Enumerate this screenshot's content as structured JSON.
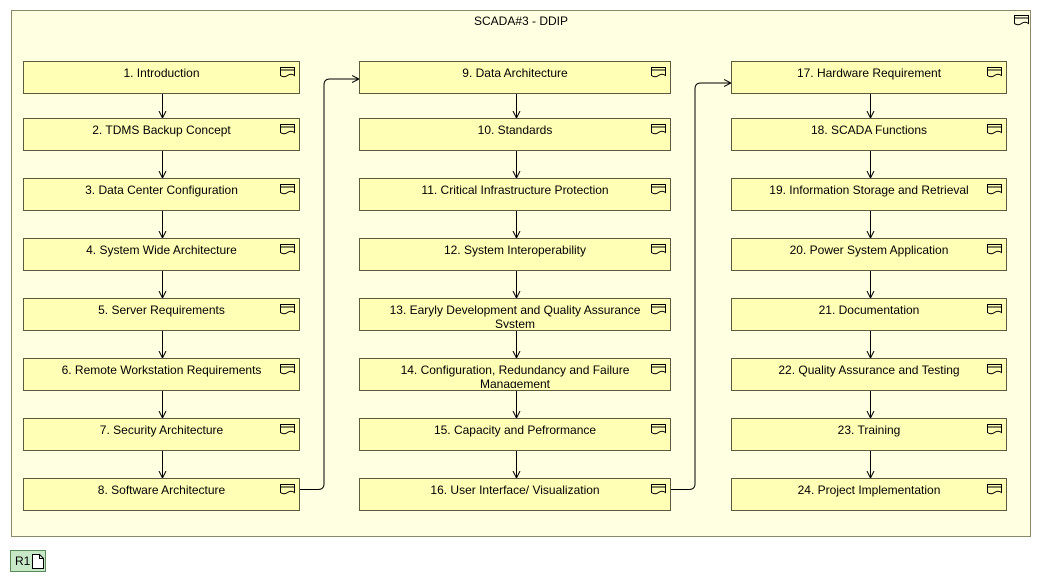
{
  "diagram": {
    "title": "SCADA#3 - DDIP",
    "columns": [
      {
        "items": [
          "1. Introduction",
          "2. TDMS Backup Concept",
          "3. Data Center Configuration",
          "4. System Wide Architecture",
          "5. Server Requirements",
          "6. Remote Workstation Requirements",
          "7. Security Architecture",
          "8. Software Architecture"
        ]
      },
      {
        "items": [
          "9. Data Architecture",
          "10. Standards",
          "11. Critical Infrastructure Protection",
          "12. System Interoperability",
          "13. Earyly Development and Quality Assurance System",
          "14. Configuration, Redundancy and Failure Management",
          "15. Capacity and Pefrormance",
          "16. User Interface/ Visualization"
        ]
      },
      {
        "items": [
          "17. Hardware Requirement",
          "18. SCADA Functions",
          "19. Information Storage and Retrieval",
          "20. Power System Application",
          "21. Documentation",
          "22. Quality Assurance and Testing",
          "23. Training",
          "24. Project Implementation"
        ]
      }
    ]
  },
  "footer": {
    "badge_label": "R1"
  },
  "colors": {
    "group_fill": "#ffffe2",
    "box_fill": "#ffffb5",
    "badge_fill": "#c6e8c6",
    "line": "#000000"
  },
  "icons": {
    "element_icon": "representation-icon",
    "badge_icon": "document-icon"
  }
}
